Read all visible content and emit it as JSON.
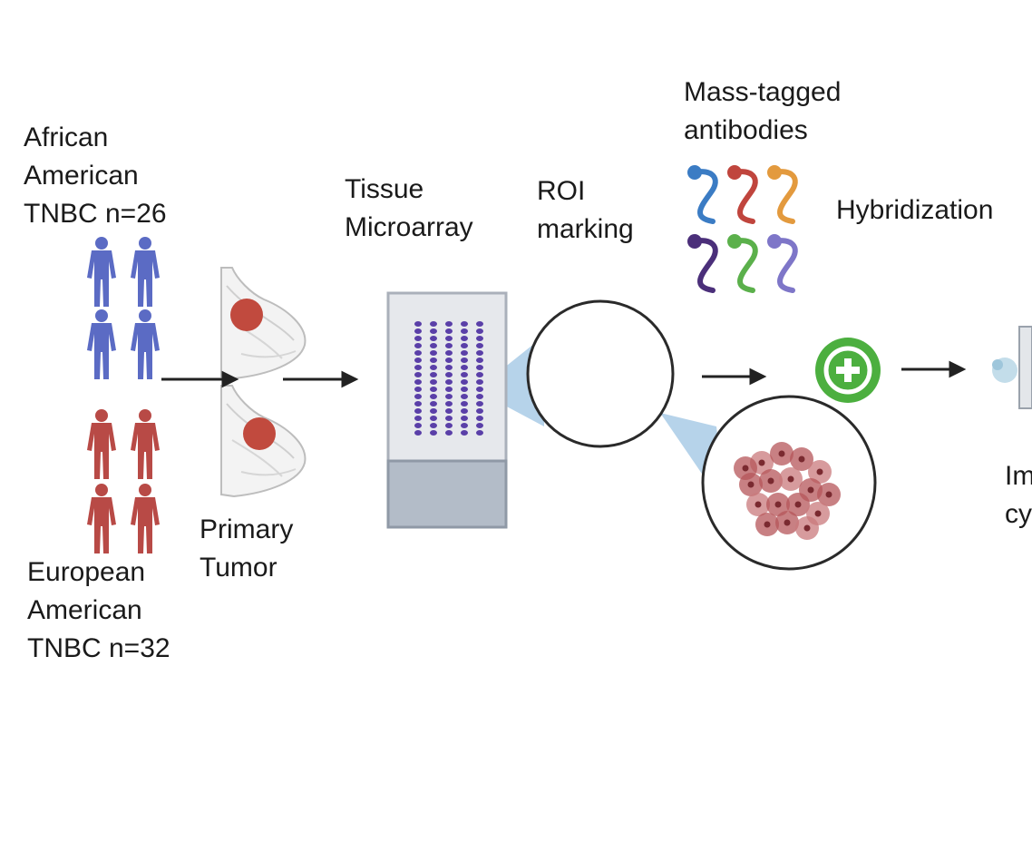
{
  "groups": {
    "african_american": {
      "lines": [
        "African",
        "American",
        "TNBC n=26"
      ],
      "color": "#5b6bc4"
    },
    "european_american": {
      "lines": [
        "European",
        "American",
        "TNBC n=32"
      ],
      "color": "#b84a46"
    }
  },
  "steps": {
    "primary_tumor": {
      "lines": [
        "Primary",
        "Tumor"
      ]
    },
    "tissue_microarray": {
      "lines": [
        "Tissue",
        "Microarray"
      ]
    },
    "roi_marking": {
      "lines": [
        "ROI",
        "marking"
      ]
    },
    "antibodies": {
      "lines": [
        "Mass-tagged",
        "antibodies"
      ]
    },
    "hybridization": {
      "label": "Hybridization"
    },
    "imaging_partial": {
      "lines": [
        "Im",
        "cy"
      ]
    }
  },
  "colors": {
    "arrow": "#222222",
    "plus": "#4caf3f",
    "microarray_frame": "#c9ced6",
    "microarray_dot": "#5a3fa8",
    "zoom_cone": "#a9cbe6",
    "tissue": "#b5565a"
  },
  "icons": [
    "person-icon",
    "breast-icon",
    "microarray-icon",
    "roi-circle-icon",
    "antibody-icon",
    "plus-icon",
    "tissue-icon",
    "arrow-icon"
  ]
}
